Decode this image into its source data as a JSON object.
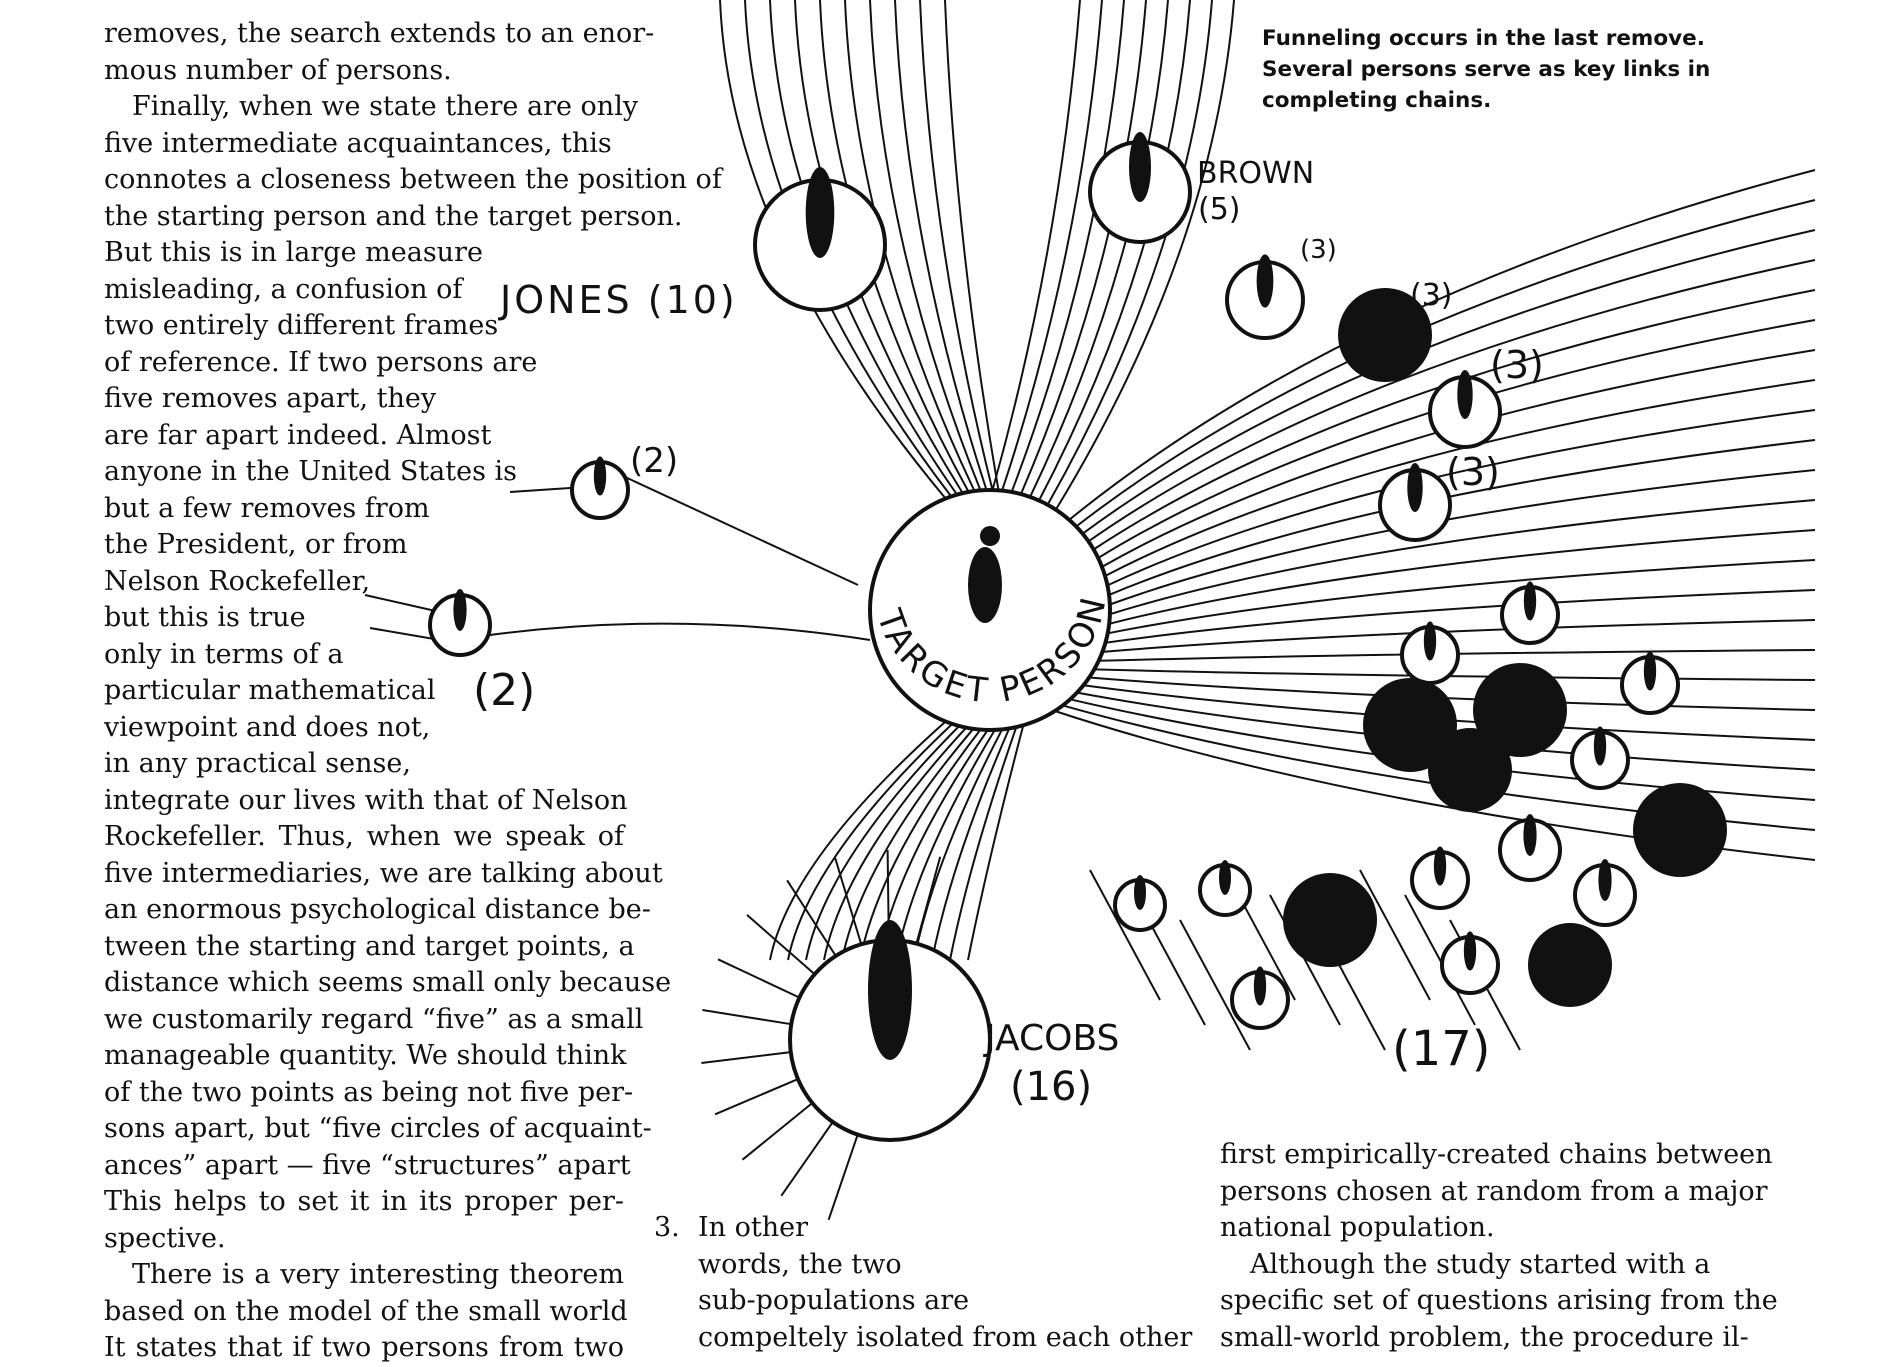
{
  "left_column": {
    "lines": [
      "removes, the search extends to an enor-",
      "mous number of persons.",
      "Finally, when we state there are only",
      "five intermediate acquaintances, this",
      "connotes a closeness between the position of",
      "the starting person and the target person.",
      "But this is in large measure",
      "misleading, a confusion of",
      "two entirely different frames",
      "of reference. If two persons are",
      "five removes apart, they",
      "are far apart indeed. Almost",
      "anyone in the United States is",
      "but a few removes from",
      "the President, or from",
      "Nelson Rockefeller,",
      "but this is true",
      "only in terms of a",
      "particular mathematical",
      "viewpoint and does not,",
      "in any practical sense,",
      "integrate our lives with that of Nelson",
      "Rockefeller. Thus, when we speak of",
      "five intermediaries, we are talking about",
      "an enormous psychological distance be-",
      "tween the starting and target points, a",
      "distance which seems small only because",
      "we customarily regard “five” as a small",
      "manageable quantity. We should think",
      "of the two points as being not five per-",
      "sons apart, but “five circles of acquaint-",
      "ances” apart — five “structures” apart",
      "This helps to set it in its proper per-",
      "spective.",
      "There is a very interesting theorem",
      "based on the model of the small world",
      "It states that if two persons from two"
    ]
  },
  "caption": {
    "lines": [
      "Funneling occurs in the last remove.",
      "Several persons serve as key links in",
      "completing chains."
    ]
  },
  "diagram": {
    "target_label": "TARGET PERSON",
    "jones_label": "JONES (10)",
    "brown_label": "BROWN",
    "brown_count": "(5)",
    "jacobs_label": "JACOBS",
    "jacobs_count": "(16)",
    "count_two_upper": "(2)",
    "count_two_lower": "(2)",
    "count_three_small": "(3)",
    "count_three_a": "(3)",
    "count_three_b": "(3)",
    "count_three_c": "(3)",
    "count_seventeen": "(17)"
  },
  "footnote": {
    "number": "3.",
    "lines": [
      "In other",
      "words, the two",
      "sub-populations are",
      "compeltely isolated from each other"
    ]
  },
  "right_column": {
    "lines": [
      "first empirically-created chains between",
      "persons chosen at random from a major",
      "national population.",
      "Although the study started with a",
      "specific set of questions arising from the",
      "small-world problem, the procedure il-"
    ]
  }
}
